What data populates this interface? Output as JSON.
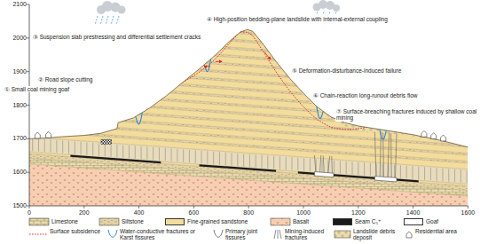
{
  "diagram": {
    "labels": [
      "① Small coal mining goaf",
      "② Road slope cutting",
      "③ Suspension slab prestressing and differential settlement cracks",
      "④ High-position bedding-plane landslide with internal-external coupling",
      "⑤ Deformation-disturbance-induced failure",
      "⑥ Chain-reaction long-runout debris flow",
      "⑦ Surface-breaching fractures induced by shallow coal mining",
      "2100",
      "2000",
      "1900",
      "1800",
      "1700",
      "1600",
      "1500",
      "0",
      "200",
      "400",
      "600",
      "800",
      "1000",
      "1200",
      "1400",
      "1600"
    ],
    "legend": [
      {
        "text": "Limestone"
      },
      {
        "text": "Siltstone"
      },
      {
        "text": "Fine-grained sandstone",
        "color": "#f3dc9c"
      },
      {
        "text": "Basalt"
      },
      {
        "text": "Seam C₅⁺",
        "color": "#1a1a1a"
      },
      {
        "text": "Goaf",
        "color": "#ffffff"
      },
      {
        "text": "Surface subsidence"
      },
      {
        "text": "Water-conductive fractures or Karst fissures"
      },
      {
        "text": "Primary joint fissures"
      },
      {
        "text": "Mining-induced fractures"
      },
      {
        "text": "Landslide debris deposit"
      },
      {
        "text": "Residential area"
      }
    ]
  }
}
